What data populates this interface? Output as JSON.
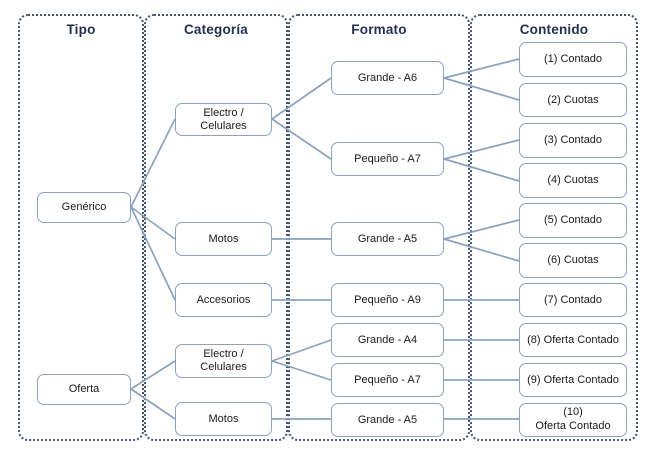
{
  "diagram": {
    "columns": [
      {
        "id": "tipo",
        "title": "Tipo"
      },
      {
        "id": "categoria",
        "title": "Categoría"
      },
      {
        "id": "formato",
        "title": "Formato"
      },
      {
        "id": "contenido",
        "title": "Contenido"
      }
    ],
    "tipo_nodes": [
      {
        "label": "Genérico"
      },
      {
        "label": "Oferta"
      }
    ],
    "categoria_nodes": [
      {
        "label": "Electro / Celulares"
      },
      {
        "label": "Motos"
      },
      {
        "label": "Accesorios"
      },
      {
        "label": "Electro / Celulares"
      },
      {
        "label": "Motos"
      }
    ],
    "formato_nodes": [
      {
        "label": "Grande  -  A6"
      },
      {
        "label": "Pequeño  -  A7"
      },
      {
        "label": "Grande  -  A5"
      },
      {
        "label": "Pequeño  -  A9"
      },
      {
        "label": "Grande  -  A4"
      },
      {
        "label": "Pequeño  -  A7"
      },
      {
        "label": "Grande  -  A5"
      }
    ],
    "contenido_nodes": [
      {
        "label": "(1)   Contado"
      },
      {
        "label": "(2)   Cuotas"
      },
      {
        "label": "(3)   Contado"
      },
      {
        "label": "(4)   Cuotas"
      },
      {
        "label": "(5)   Contado"
      },
      {
        "label": "(6)   Cuotas"
      },
      {
        "label": "(7)   Contado"
      },
      {
        "label": "(8)   Oferta Contado"
      },
      {
        "label": "(9)   Oferta Contado"
      },
      {
        "label": "(10)\nOferta Contado"
      }
    ],
    "colors": {
      "node_border": "#8ba2bf",
      "frame_border": "#44546a",
      "link": "#8ba2bf",
      "title_text": "#1f3050",
      "background": "#ffffff"
    }
  }
}
